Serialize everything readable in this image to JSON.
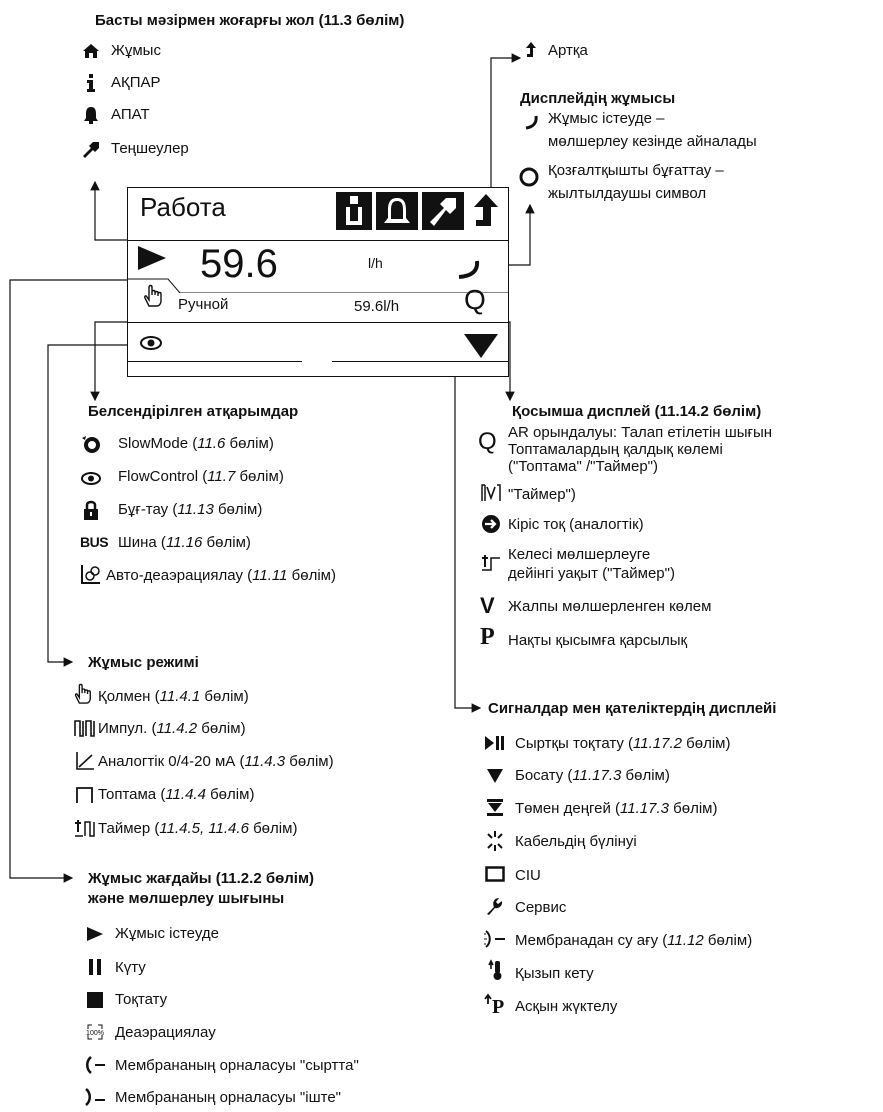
{
  "top_menu": {
    "heading": "Басты мәзірмен жоғарғы жол (11.3 бөлім)",
    "items": [
      {
        "icon": "home-icon",
        "label": "Жұмыс"
      },
      {
        "icon": "info-icon",
        "label": "АҚПАР"
      },
      {
        "icon": "alarm-bell-icon",
        "label": "АПАТ"
      },
      {
        "icon": "settings-wrench-icon",
        "label": "Теңшеулер"
      }
    ],
    "back": {
      "icon": "back-arrow-icon",
      "label": "Артқа"
    }
  },
  "display_ops": {
    "heading": "Дисплейдің жұмысы",
    "items": [
      {
        "icon": "rotating-arc-icon",
        "line1": "Жұмыс істеуде –",
        "line2": "мөлшерлеу кезінде айналады"
      },
      {
        "icon": "motor-lock-circle-icon",
        "line1": "Қозғалтқышты бұғаттау –",
        "line2": "жылтылдаушы символ"
      }
    ]
  },
  "screen": {
    "title": "Работа",
    "value": "59.6",
    "unit": "l/h",
    "mode": "Ручной",
    "secondary": "59.6l/h",
    "secondary_symbol": "Q"
  },
  "activated_functions": {
    "heading": "Белсендірілген атқарымдар",
    "items": [
      {
        "icon": "slowmode-icon",
        "label": "SlowMode",
        "ref": "11.6",
        "suffix": "бөлім"
      },
      {
        "icon": "eye-icon",
        "label": "FlowControl",
        "ref": "11.7",
        "suffix": "бөлім"
      },
      {
        "icon": "lock-icon",
        "label": "Бұғ-тау",
        "ref": "11.13",
        "suffix": "бөлім"
      },
      {
        "icon": "bus-icon",
        "label": "Шина",
        "ref": "11.16",
        "suffix": "бөлім"
      },
      {
        "icon": "auto-deaeration-icon",
        "label": "Авто-деаэрациялау",
        "ref": "11.11",
        "suffix": "бөлім"
      }
    ]
  },
  "secondary_display": {
    "heading": "Қосымша дисплей (11.14.2 бөлім)",
    "items": [
      {
        "icon": "q-icon",
        "lines": [
          "AR орындалуы: Талап етілетін шығын",
          "Топтамалардың қалдық көлемі",
          "(\"Топтама\" /\"Таймер\")"
        ]
      },
      {
        "icon": "timer-volume-icon",
        "lines": [
          "\"Таймер\")"
        ]
      },
      {
        "icon": "input-current-icon",
        "lines": [
          "Кіріс тоқ (аналогтік)"
        ]
      },
      {
        "icon": "next-dose-time-icon",
        "lines": [
          "Келесі мөлшерлеуге",
          "дейінгі уақыт (\"Таймер\")"
        ]
      },
      {
        "icon": "v-icon",
        "lines": [
          "Жалпы мөлшерленген көлем"
        ]
      },
      {
        "icon": "p-icon",
        "lines": [
          "Нақты қысымға қарсылық"
        ]
      }
    ]
  },
  "operating_mode": {
    "heading": "Жұмыс режимі",
    "items": [
      {
        "icon": "hand-icon",
        "label": "Қолмен",
        "ref": "11.4.1",
        "suffix": "бөлім"
      },
      {
        "icon": "pulse-icon",
        "label": "Импул.",
        "ref": "11.4.2",
        "suffix": "бөлім"
      },
      {
        "icon": "analog-icon",
        "label": "Аналогтік 0/4-20 мА",
        "ref": "11.4.3",
        "suffix": "бөлім"
      },
      {
        "icon": "batch-icon",
        "label": "Топтама",
        "ref": "11.4.4",
        "suffix": "бөлім"
      },
      {
        "icon": "timer-icon",
        "label": "Таймер",
        "ref": "11.4.5, 11.4.6",
        "suffix": "бөлім"
      }
    ]
  },
  "alarms": {
    "heading": "Сигналдар мен қателіктердің дисплейі",
    "items": [
      {
        "icon": "external-stop-icon",
        "label": "Сыртқы тоқтату",
        "ref": "11.17.2",
        "suffix": "бөлім"
      },
      {
        "icon": "empty-signal-icon",
        "label": "Босату",
        "ref": "11.17.3",
        "suffix": "бөлім"
      },
      {
        "icon": "low-level-icon",
        "label": "Төмен деңгей",
        "ref": "11.17.3",
        "suffix": "бөлім"
      },
      {
        "icon": "cable-break-icon",
        "label": "Кабельдің бүлінуі",
        "ref": "",
        "suffix": ""
      },
      {
        "icon": "ciu-icon",
        "label": "CIU",
        "ref": "",
        "suffix": ""
      },
      {
        "icon": "service-icon",
        "label": "Сервис",
        "ref": "",
        "suffix": ""
      },
      {
        "icon": "diaphragm-leak-icon",
        "label": "Мембранадан су ағу",
        "ref": "11.12",
        "suffix": "бөлім"
      },
      {
        "icon": "overheat-icon",
        "label": "Қызып кету",
        "ref": "",
        "suffix": ""
      },
      {
        "icon": "overload-icon",
        "label": "Асқын жүктелу",
        "ref": "",
        "suffix": ""
      }
    ]
  },
  "operating_state": {
    "heading_line1": "Жұмыс жағдайы (11.2.2 бөлім)",
    "heading_line2": "және мөлшерлеу шығыны",
    "items": [
      {
        "icon": "running-icon",
        "label": "Жұмыс істеуде"
      },
      {
        "icon": "standby-icon",
        "label": "Күту"
      },
      {
        "icon": "stop-icon",
        "label": "Тоқтату"
      },
      {
        "icon": "deaeration-icon",
        "label": "Деаэрациялау"
      },
      {
        "icon": "diaphragm-out-icon",
        "label": "Мембрананың орналасуы \"сыртта\""
      },
      {
        "icon": "diaphragm-in-icon",
        "label": "Мембрананың орналасуы \"іште\""
      }
    ]
  }
}
